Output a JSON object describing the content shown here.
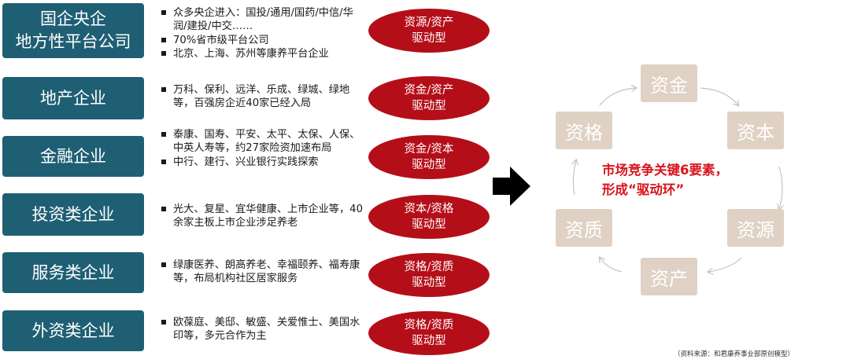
{
  "rows": [
    {
      "category": "国企央企\n地方性平台公司",
      "bullets": [
        "众多央企进入：国投/通用/国药/中信/华润/建投/中交……",
        "70%省市级平台公司",
        "北京、上海、苏州等康养平台企业"
      ],
      "driver": "资源/资产\n驱动型"
    },
    {
      "category": "地产企业",
      "bullets": [
        "万科、保利、远洋、乐成、绿城、绿地等，百强房企近40家已经入局"
      ],
      "driver": "资金/资产\n驱动型"
    },
    {
      "category": "金融企业",
      "bullets": [
        "泰康、国寿、平安、太平、太保、人保、中英人寿等，约27家险资加速布局",
        "中行、建行、兴业银行实践探索"
      ],
      "driver": "资金/资本\n驱动型"
    },
    {
      "category": "投资类企业",
      "bullets": [
        "光大、复星、宜华健康、上市企业等，40余家主板上市企业涉足养老"
      ],
      "driver": "资本/资格\n驱动型"
    },
    {
      "category": "服务类企业",
      "bullets": [
        "绿康医养、朗高养老、幸福颐养、福寿康等，布局机构社区居家服务"
      ],
      "driver": "资格/资质\n驱动型"
    },
    {
      "category": "外资类企业",
      "bullets": [
        "欧葆庭、美邸、敏盛、关爱惟士、美国水印等，多元合作为主"
      ],
      "driver": "资格/资质\n驱动型"
    }
  ],
  "cycle": {
    "nodes": [
      "资金",
      "资本",
      "资源",
      "资产",
      "资质",
      "资格"
    ],
    "center": "市场竞争关键6要素，\n形成“驱动环”"
  },
  "source": "（资料来源：和君康养事业部原创模型）",
  "colors": {
    "category_bg": "#1f5f74",
    "oval_bg": "#b40f19",
    "node_bg": "#e0d1c5",
    "center_text": "#d9131b"
  }
}
